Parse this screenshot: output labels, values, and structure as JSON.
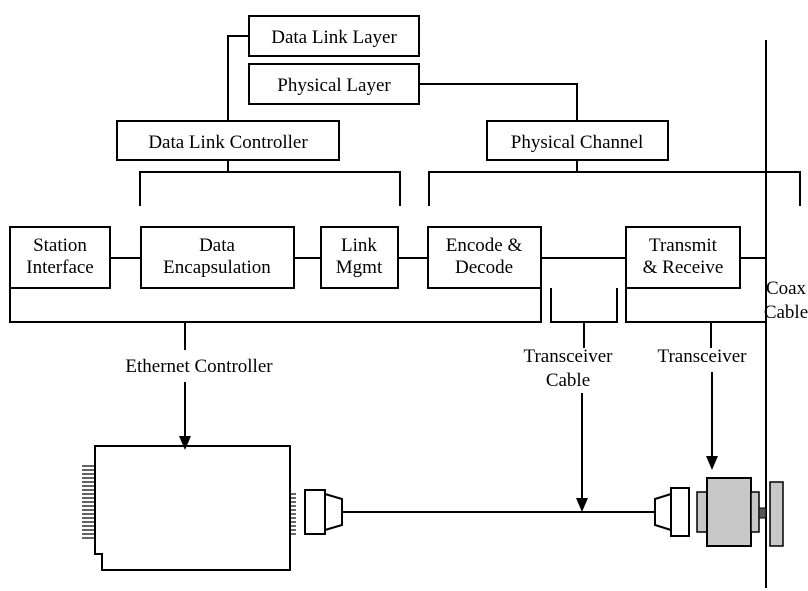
{
  "layers": {
    "data_link_layer": "Data Link Layer",
    "physical_layer": "Physical Layer"
  },
  "groups": {
    "data_link_controller": "Data Link Controller",
    "physical_channel": "Physical Channel"
  },
  "blocks": {
    "station_interface": [
      "Station",
      "Interface"
    ],
    "data_encapsulation": [
      "Data",
      "Encapsulation"
    ],
    "link_mgmt": [
      "Link",
      "Mgmt"
    ],
    "encode_decode": [
      "Encode &",
      "Decode"
    ],
    "transmit_receive": [
      "Transmit",
      "& Receive"
    ]
  },
  "hardware": {
    "ethernet_controller": "Ethernet Controller",
    "transceiver_cable": [
      "Transceiver",
      "Cable"
    ],
    "transceiver": "Transceiver",
    "coax_cable": [
      "Coax",
      "Cable"
    ]
  },
  "colors": {
    "line": "#000000",
    "transceiver_fill": "#c8c8c8"
  }
}
